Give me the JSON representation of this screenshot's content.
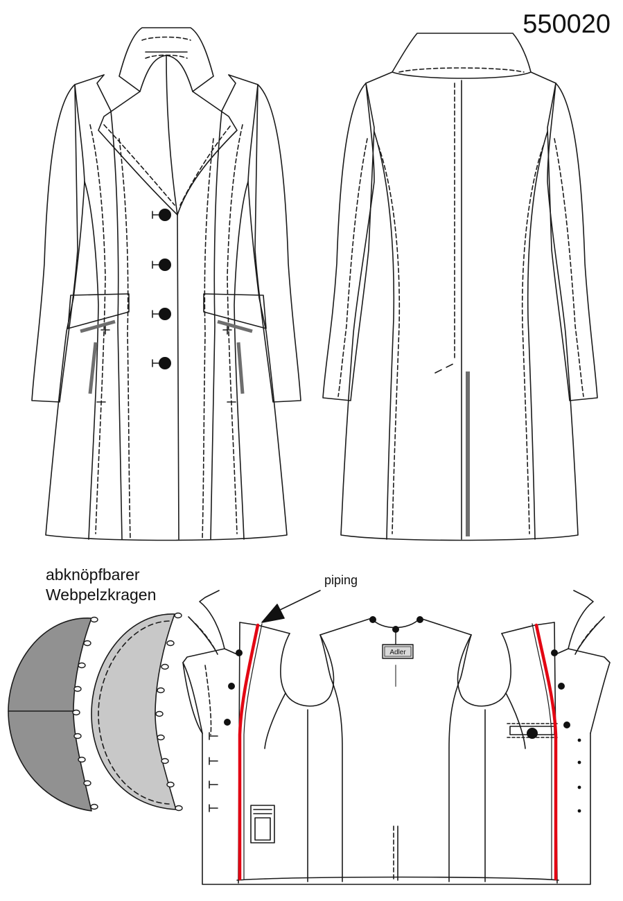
{
  "header": {
    "style_number": "550020"
  },
  "collar_note": {
    "line1": "abknöpfbarer",
    "line2": "Webpelzkragen"
  },
  "annotations": {
    "piping": "piping",
    "brand_label": "Adler"
  },
  "colors": {
    "outline": "#1a1a1a",
    "piping": "#e30613",
    "fur_dark": "#919191",
    "fur_light": "#c8c8c8",
    "pocket_bar": "#6e6e6e"
  },
  "views": [
    "front-view",
    "back-view",
    "inside-view",
    "detachable-collar"
  ]
}
